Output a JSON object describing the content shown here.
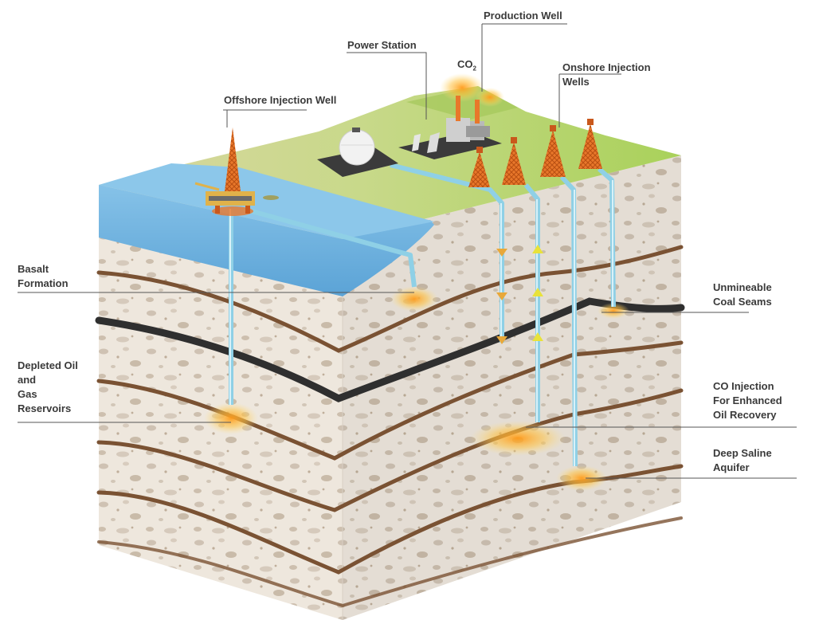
{
  "labels": {
    "production_well": "Production Well",
    "power_station": "Power Station",
    "co2": {
      "main": "CO",
      "sub": "2"
    },
    "onshore_injection_wells": [
      "Onshore Injection",
      "Wells"
    ],
    "offshore_injection_well": "Offshore Injection Well",
    "basalt_formation": [
      "Basalt",
      "Formation"
    ],
    "unmineable_coal_seams": [
      "Unmineable",
      "Coal Seams"
    ],
    "depleted_reservoirs": [
      "Depleted Oil",
      "and",
      "Gas",
      "Reservoirs"
    ],
    "co_injection": [
      "CO Injection",
      "For Enhanced",
      "Oil Recovery"
    ],
    "deep_saline_aquifer": [
      "Deep Saline",
      "Aquifer"
    ]
  },
  "colors": {
    "sea": "#7cb9e2",
    "land": "#b7cf6a",
    "rock": "#ede6dc",
    "oil_layer": "#7a5233",
    "coal_seam": "#2f2f2f",
    "pipe": "#93d3e8",
    "rig": "#e8772a",
    "glow": "#ffb43c"
  }
}
